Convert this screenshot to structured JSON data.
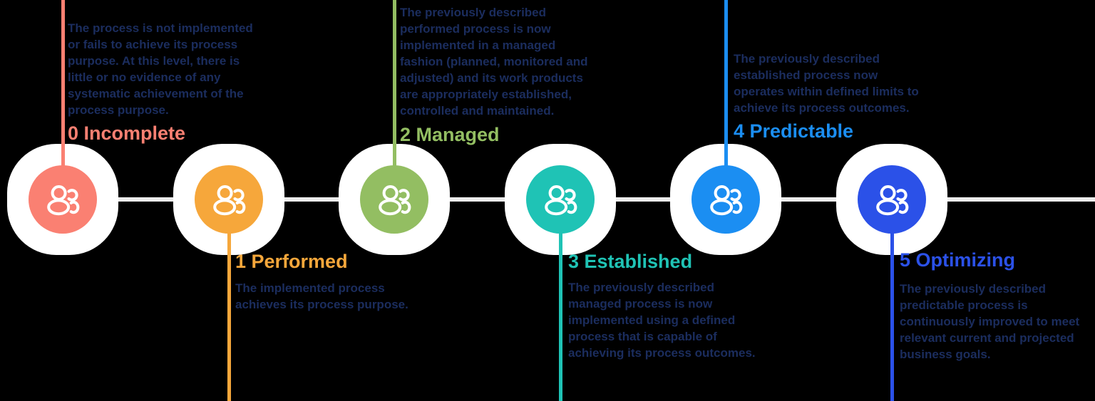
{
  "connector_color": "#ececec",
  "body_text_color": "#1b2d5e",
  "stages": [
    {
      "label": "0 Incomplete",
      "color": "#fa8072",
      "text_position": "top",
      "description": "The process is not implemented\nor fails to achieve its process\npurpose. At this level, there is\nlittle or no evidence of any\nsystematic achievement of the\nprocess purpose."
    },
    {
      "label": "1 Performed",
      "color": "#f6a73b",
      "text_position": "bottom",
      "description": "The implemented process\nachieves its process purpose."
    },
    {
      "label": "2 Managed",
      "color": "#93be62",
      "text_position": "top",
      "description": "The previously described\nperformed process is now\nimplemented in a managed\nfashion (planned, monitored and\nadjusted) and its work products\nare appropriately established,\ncontrolled and maintained."
    },
    {
      "label": "3 Established",
      "color": "#1fc3b5",
      "text_position": "bottom",
      "description": "The previously described\nmanaged process is now\nimplemented using a defined\nprocess that is capable of\nachieving its process outcomes."
    },
    {
      "label": "4 Predictable",
      "color": "#1b8ef2",
      "text_position": "top",
      "description": "The previously described\nestablished process now\noperates within defined limits to\nachieve its process outcomes."
    },
    {
      "label": "5 Optimizing",
      "color": "#2b51e8",
      "text_position": "bottom",
      "description": "The previously described\npredictable process is\ncontinuously improved to meet\nrelevant current and projected\nbusiness goals."
    }
  ]
}
